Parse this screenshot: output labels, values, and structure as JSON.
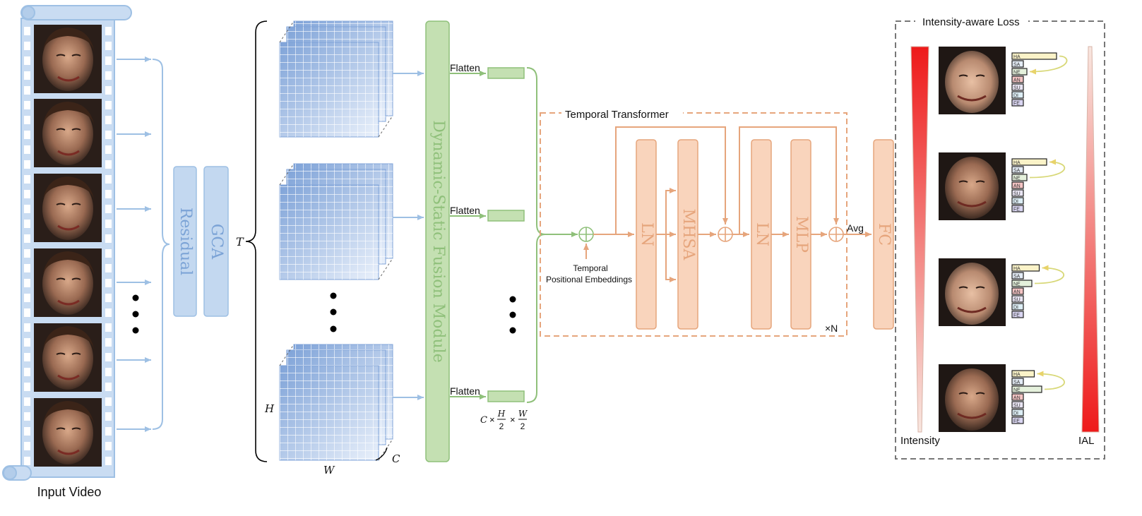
{
  "input_video": {
    "label": "Input Video"
  },
  "encoder": {
    "residual_label": "Residual",
    "gca_label": "GCA",
    "t_label": "T"
  },
  "feature_maps": {
    "h_label": "H",
    "w_label": "W",
    "c_label": "C"
  },
  "fusion": {
    "label": "Dynamic-Static Fusion Module"
  },
  "flatten": {
    "label": "Flatten",
    "dims": {
      "c": "C",
      "times": "×",
      "h": "H",
      "w": "W",
      "two": "2"
    }
  },
  "temporal_transformer": {
    "title": "Temporal Transformer",
    "pos_emb_line1": "Temporal",
    "pos_emb_line2": "Positional Embeddings",
    "ln_label": "LN",
    "mhsa_label": "MHSA",
    "mlp_label": "MLP",
    "repeat_label": "×N",
    "avg_label": "Avg",
    "fc_label": "FC"
  },
  "loss": {
    "title": "Intensity-aware Loss",
    "intensity_label": "Intensity",
    "ial_label": "IAL",
    "classes": [
      "HA",
      "SA",
      "NE",
      "AN",
      "SU",
      "DI",
      "FE"
    ],
    "class_colors": [
      "#fbf3c8",
      "#e4ecf6",
      "#e5f1dc",
      "#f4c4c4",
      "#e8e4f2",
      "#dcedf4",
      "#dad6f2"
    ],
    "samples": [
      {
        "values": [
          0.9,
          0.15,
          0.3,
          0.12,
          0.12,
          0.12,
          0.12
        ],
        "arrow_from": 0,
        "arrow_to": 2
      },
      {
        "values": [
          0.7,
          0.2,
          0.3,
          0.12,
          0.12,
          0.12,
          0.12
        ],
        "arrow_from": 2,
        "arrow_to": 0
      },
      {
        "values": [
          0.55,
          0.15,
          0.4,
          0.12,
          0.12,
          0.12,
          0.12
        ],
        "arrow_from": 2,
        "arrow_to": 0
      },
      {
        "values": [
          0.45,
          0.12,
          0.6,
          0.12,
          0.12,
          0.12,
          0.12
        ],
        "arrow_from": 2,
        "arrow_to": 0
      }
    ]
  },
  "colors": {
    "blue_line": "#9ec0e4",
    "blue_fill": "#c3d8f0",
    "green": "#8fc07a",
    "green_fill": "#c4e0b2",
    "orange": "#e6a57c",
    "orange_fill": "#f9d4bc",
    "red": "#ee1a1a"
  }
}
